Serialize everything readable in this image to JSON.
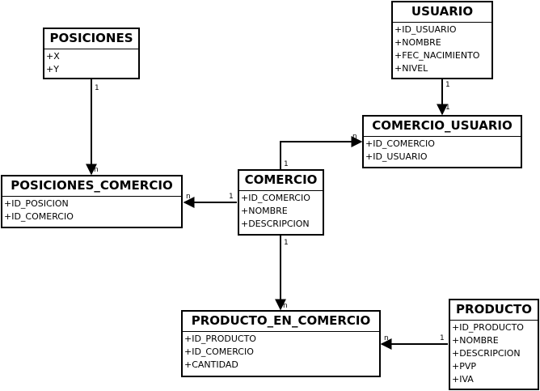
{
  "entities": {
    "posiciones": {
      "title": "POSICIONES",
      "attrs": [
        "+X",
        "+Y"
      ]
    },
    "usuario": {
      "title": "USUARIO",
      "attrs": [
        "+ID_USUARIO",
        "+NOMBRE",
        "+FEC_NACIMIENTO",
        "+NIVEL"
      ]
    },
    "comercio_usuario": {
      "title": "COMERCIO_USUARIO",
      "attrs": [
        "+ID_COMERCIO",
        "+ID_USUARIO"
      ]
    },
    "posiciones_comercio": {
      "title": "POSICIONES_COMERCIO",
      "attrs": [
        "+ID_POSICION",
        "+ID_COMERCIO"
      ]
    },
    "comercio": {
      "title": "COMERCIO",
      "attrs": [
        "+ID_COMERCIO",
        "+NOMBRE",
        "+DESCRIPCION"
      ]
    },
    "producto_en_comercio": {
      "title": "PRODUCTO_EN_COMERCIO",
      "attrs": [
        "+ID_PRODUCTO",
        "+ID_COMERCIO",
        "+CANTIDAD"
      ]
    },
    "producto": {
      "title": "PRODUCTO",
      "attrs": [
        "+ID_PRODUCTO",
        "+NOMBRE",
        "+DESCRIPCION",
        "+PVP",
        "+IVA"
      ]
    }
  },
  "relationships": [
    {
      "from": "POSICIONES",
      "to": "POSICIONES_COMERCIO",
      "from_mult": "1",
      "to_mult": "n"
    },
    {
      "from": "USUARIO",
      "to": "COMERCIO_USUARIO",
      "from_mult": "1",
      "to_mult": "1"
    },
    {
      "from": "COMERCIO",
      "to": "COMERCIO_USUARIO",
      "from_mult": "1",
      "to_mult": "n"
    },
    {
      "from": "COMERCIO",
      "to": "POSICIONES_COMERCIO",
      "from_mult": "1",
      "to_mult": "n"
    },
    {
      "from": "COMERCIO",
      "to": "PRODUCTO_EN_COMERCIO",
      "from_mult": "1",
      "to_mult": "n"
    },
    {
      "from": "PRODUCTO",
      "to": "PRODUCTO_EN_COMERCIO",
      "from_mult": "1",
      "to_mult": "n"
    }
  ]
}
